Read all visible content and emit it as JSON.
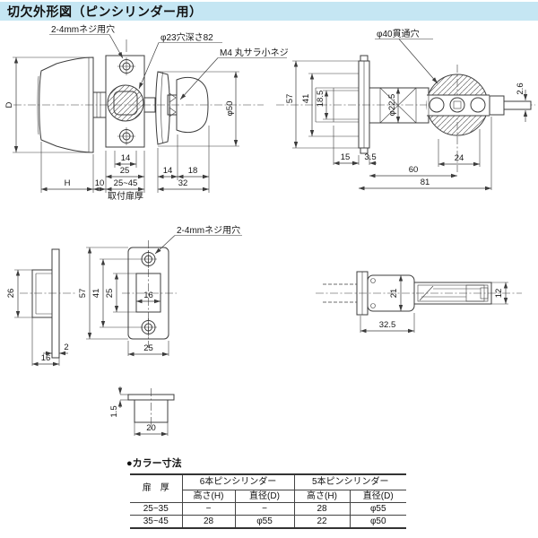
{
  "title": "切欠外形図（ピンシリンダー用）",
  "colors": {
    "title_bar_bg": "#c5e6f3",
    "line": "#3c3c3c"
  },
  "knob": {
    "label_screw": "2-4mmネジ用穴",
    "label_hole": "φ23穴深さ82",
    "label_m4": "M4 丸サラ小ネジ",
    "dim_D": "D",
    "dim_phi50": "φ50",
    "dim_14a": "14",
    "dim_25": "25",
    "dim_14b": "14",
    "dim_18": "18",
    "dim_H": "H",
    "dim_10": "10",
    "dim_door": "25~45",
    "label_door": "取付扉厚",
    "dim_32": "32"
  },
  "section": {
    "label_hole": "φ40貫通穴",
    "dim_57": "57",
    "dim_41": "41",
    "dim_185": "18.5",
    "dim_phi225": "φ22.5",
    "dim_26": "2.6",
    "dim_15": "15",
    "dim_35": "3.5",
    "dim_60": "60",
    "dim_24": "24",
    "dim_81": "81"
  },
  "strike_side": {
    "dim_26": "26",
    "dim_2": "2",
    "dim_16": "16"
  },
  "strike_front": {
    "label_screw": "2-4mmネジ用穴",
    "dim_57": "57",
    "dim_41": "41",
    "dim_25v": "25",
    "dim_16": "16",
    "dim_25b": "25"
  },
  "dust_box": {
    "dim_15": "1.5",
    "dim_20": "20"
  },
  "latch": {
    "dim_21": "21",
    "dim_325": "32.5",
    "dim_12": "12"
  },
  "table": {
    "caption": "●カラー寸法",
    "col_door": "扉　厚",
    "group6": "6本ピンシリンダー",
    "group5": "5本ピンシリンダー",
    "sub_h": "高さ(H)",
    "sub_d": "直径(D)",
    "rows": [
      {
        "door": "25~35",
        "h6": "−",
        "d6": "−",
        "h5": "28",
        "d5": "φ55"
      },
      {
        "door": "35~45",
        "h6": "28",
        "d6": "φ55",
        "h5": "22",
        "d5": "φ50"
      }
    ]
  }
}
